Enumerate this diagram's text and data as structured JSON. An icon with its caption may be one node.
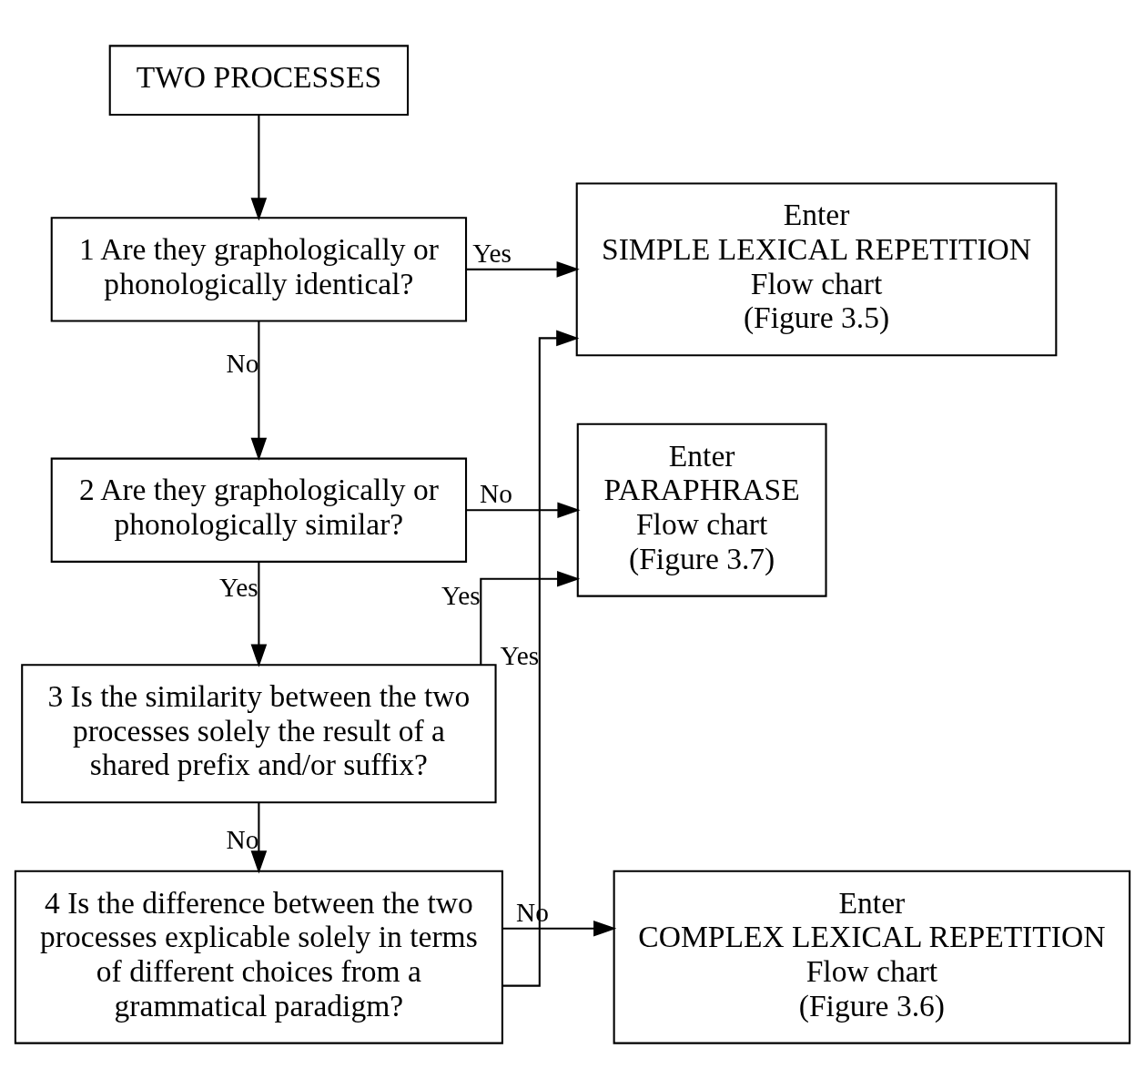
{
  "diagram": {
    "nodes": [
      {
        "text": [
          "TWO PROCESSES"
        ]
      },
      {
        "text": [
          "Enter",
          "SIMPLE LEXICAL REPETITION",
          "Flow chart",
          "(Figure 3.5)"
        ]
      },
      {
        "text": [
          "1 Are they graphologically or phonologically identical?"
        ]
      },
      {
        "text": [
          "2 Are they graphologically or phonologically similar?"
        ]
      },
      {
        "text": [
          "Enter",
          "PARAPHRASE",
          "Flow chart",
          "(Figure 3.7)"
        ]
      },
      {
        "text": [
          "3 Is the similarity between the two processes solely the result of a shared prefix and/or suffix?"
        ]
      },
      {
        "text": [
          "4 Is the difference between the two processes explicable solely in terms of different choices from a grammatical paradigm?"
        ]
      },
      {
        "text": [
          "Enter",
          "COMPLEX LEXICAL REPETITION",
          "Flow chart",
          "(Figure 3.6)"
        ]
      }
    ],
    "edges": [
      {
        "from": 0,
        "to": 2,
        "arrow": "to"
      },
      {
        "from": 2,
        "to": 1,
        "arrow": "to",
        "label": "Yes"
      },
      {
        "from": 2,
        "to": 3,
        "arrow": "to",
        "label": "No"
      },
      {
        "from": 3,
        "to": 4,
        "arrow": "to",
        "label": "No"
      },
      {
        "from": 3,
        "to": 5,
        "arrow": "to",
        "label": "Yes"
      },
      {
        "from": 5,
        "to": 4,
        "arrow": "to",
        "label": "Yes"
      },
      {
        "from": 5,
        "to": 6,
        "arrow": "to",
        "label": "No"
      },
      {
        "from": 6,
        "to": 1,
        "arrow": "to",
        "label": "Yes"
      },
      {
        "from": 6,
        "to": 7,
        "arrow": "to",
        "label": "No"
      }
    ]
  }
}
